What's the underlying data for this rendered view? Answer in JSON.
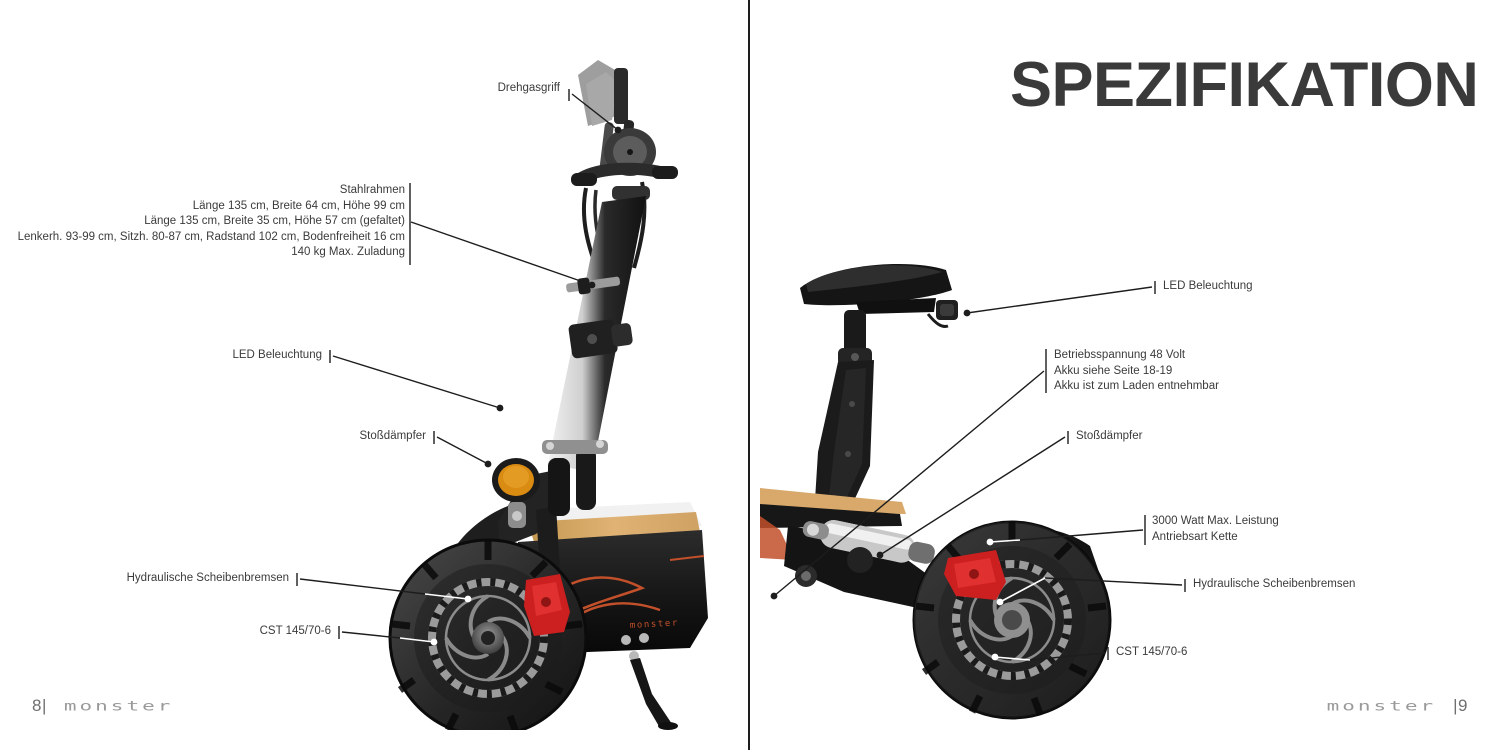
{
  "spread": {
    "left_page": {
      "page_number": "8|",
      "wordmark": "monster",
      "callouts": [
        {
          "id": "throttle",
          "text": "Drehgasgriff"
        },
        {
          "id": "frame-specs",
          "lines": [
            "Stahlrahmen",
            "Länge 135 cm, Breite 64 cm, Höhe 99 cm",
            "Länge 135 cm, Breite 35 cm, Höhe 57 cm (gefaltet)",
            "Lenkerh. 93-99 cm, Sitzh. 80-87 cm, Radstand 102 cm, Bodenfreiheit 16 cm",
            "140 kg Max. Zuladung"
          ]
        },
        {
          "id": "led-front",
          "text": "LED Beleuchtung"
        },
        {
          "id": "shock-front",
          "text": "Stoßdämpfer"
        },
        {
          "id": "brakes-front",
          "text": "Hydraulische Scheibenbremsen"
        },
        {
          "id": "tire-front",
          "text": "CST 145/70-6"
        }
      ]
    },
    "right_page": {
      "title": "SPEZIFIKATION",
      "page_number": "|9",
      "wordmark": "monster",
      "callouts": [
        {
          "id": "led-rear",
          "text": "LED Beleuchtung"
        },
        {
          "id": "battery",
          "lines": [
            "Betriebsspannung 48 Volt",
            "Akku siehe Seite 18-19",
            "Akku ist zum Laden entnehmbar"
          ]
        },
        {
          "id": "shock-rear",
          "text": "Stoßdämpfer"
        },
        {
          "id": "motor",
          "lines": [
            "3000 Watt Max. Leistung",
            "Antriebsart Kette"
          ]
        },
        {
          "id": "brakes-rear",
          "text": "Hydraulische Scheibenbremsen"
        },
        {
          "id": "tire-rear",
          "text": "CST 145/70-6"
        }
      ]
    }
  },
  "product": {
    "deck_wordmark": "monster"
  },
  "colors": {
    "headline": "#3a3a3a",
    "label_text": "#3b3b3b",
    "leader_dark": "#1d1d1d",
    "leader_light": "#ffffff",
    "accent_orange": "#c2502a",
    "caliper_red": "#cc1f1f",
    "reflector_amber": "#d98b12",
    "deck_wood": "#d8a96a",
    "body_black": "#1a1a1a",
    "page_background": "#ffffff",
    "wordmark_gray": "#9a9a9a"
  }
}
